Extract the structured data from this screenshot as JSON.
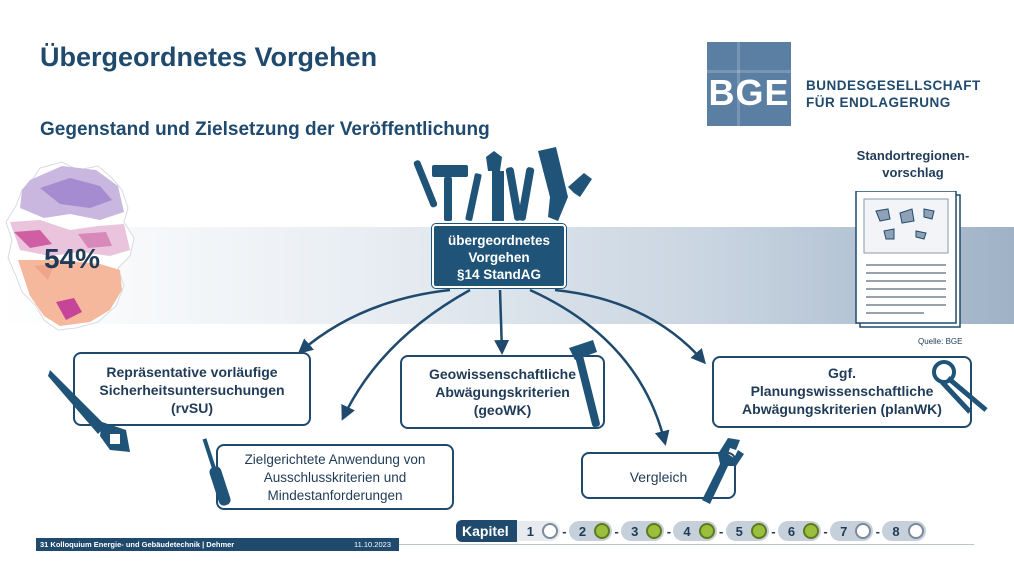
{
  "header": {
    "title": "Übergeordnetes Vorgehen",
    "subtitle": "Gegenstand und Zielsetzung der Veröffentlichung"
  },
  "logo": {
    "abbr": "BGE",
    "line1": "BUNDESGESELLSCHAFT",
    "line2": "FÜR ENDLAGERUNG",
    "color": "#5b7fa3"
  },
  "map": {
    "percent": "54%"
  },
  "center": {
    "line1": "übergeordnetes",
    "line2": "Vorgehen",
    "line3": "§14 StandAG",
    "color": "#1f5478"
  },
  "boxes": {
    "rvsu": {
      "line1": "Repräsentative vorläufige",
      "line2": "Sicherheitsuntersuchungen",
      "line3": "(rvSU)"
    },
    "ausschluss": {
      "line1": "Zielgerichtete Anwendung von",
      "line2": "Ausschlusskriterien und",
      "line3": "Mindestanforderungen"
    },
    "geowk": {
      "line1": "Geowissenschaftliche",
      "line2": "Abwägungskriterien",
      "line3": "(geoWK)"
    },
    "vergleich": {
      "label": "Vergleich"
    },
    "planwk": {
      "line1": "Ggf.",
      "line2": "Planungswissenschaftliche",
      "line3": "Abwägungskriterien (planWK)"
    }
  },
  "document": {
    "label_line1": "Standortregionen-",
    "label_line2": "vorschlag",
    "source": "Quelle: BGE"
  },
  "footer": {
    "text": "31  Kolloquium Energie- und Gebäudetechnik | Dehmer",
    "date": "11.10.2023"
  },
  "kapitel": {
    "label": "Kapitel",
    "items": [
      {
        "num": "1",
        "state": "current"
      },
      {
        "num": "2",
        "state": "done"
      },
      {
        "num": "3",
        "state": "done"
      },
      {
        "num": "4",
        "state": "done"
      },
      {
        "num": "5",
        "state": "done"
      },
      {
        "num": "6",
        "state": "done"
      },
      {
        "num": "7",
        "state": "open"
      },
      {
        "num": "8",
        "state": "open"
      }
    ],
    "separator": "-",
    "colors": {
      "done": "#9abf3c",
      "pill_light": "#e7ebf0",
      "pill_dark": "#c6d0db"
    }
  }
}
